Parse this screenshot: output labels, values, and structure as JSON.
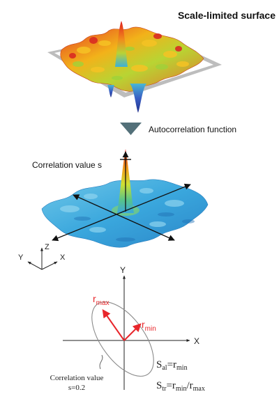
{
  "title": "Scale-limited surface",
  "step_label": "Autocorrelation function",
  "peak_label": "Correlation value s",
  "axes_3d": {
    "x": "X",
    "y": "Y",
    "z": "Z"
  },
  "axes_2d": {
    "x": "X",
    "y": "Y"
  },
  "rmax": {
    "base": "r",
    "sub": "max"
  },
  "rmin": {
    "base": "r",
    "sub": "min"
  },
  "contour_label": {
    "line1": "Correlation value",
    "line2": "s=0.2"
  },
  "eq_sal": {
    "lhs": "S",
    "lhs_sub": "al",
    "op": "=",
    "rhs": "r",
    "rhs_sub": "min"
  },
  "eq_str": {
    "lhs": "S",
    "lhs_sub": "tr",
    "op": "=",
    "num": "r",
    "num_sub": "min",
    "slash": "/",
    "den": "r",
    "den_sub": "max"
  },
  "colors": {
    "arrow_red": "#e8262b",
    "triangle": "#537079",
    "frame": "#bdbdbd",
    "peak_top": "#e0201f",
    "surface_blue": "#3aa7dd"
  }
}
